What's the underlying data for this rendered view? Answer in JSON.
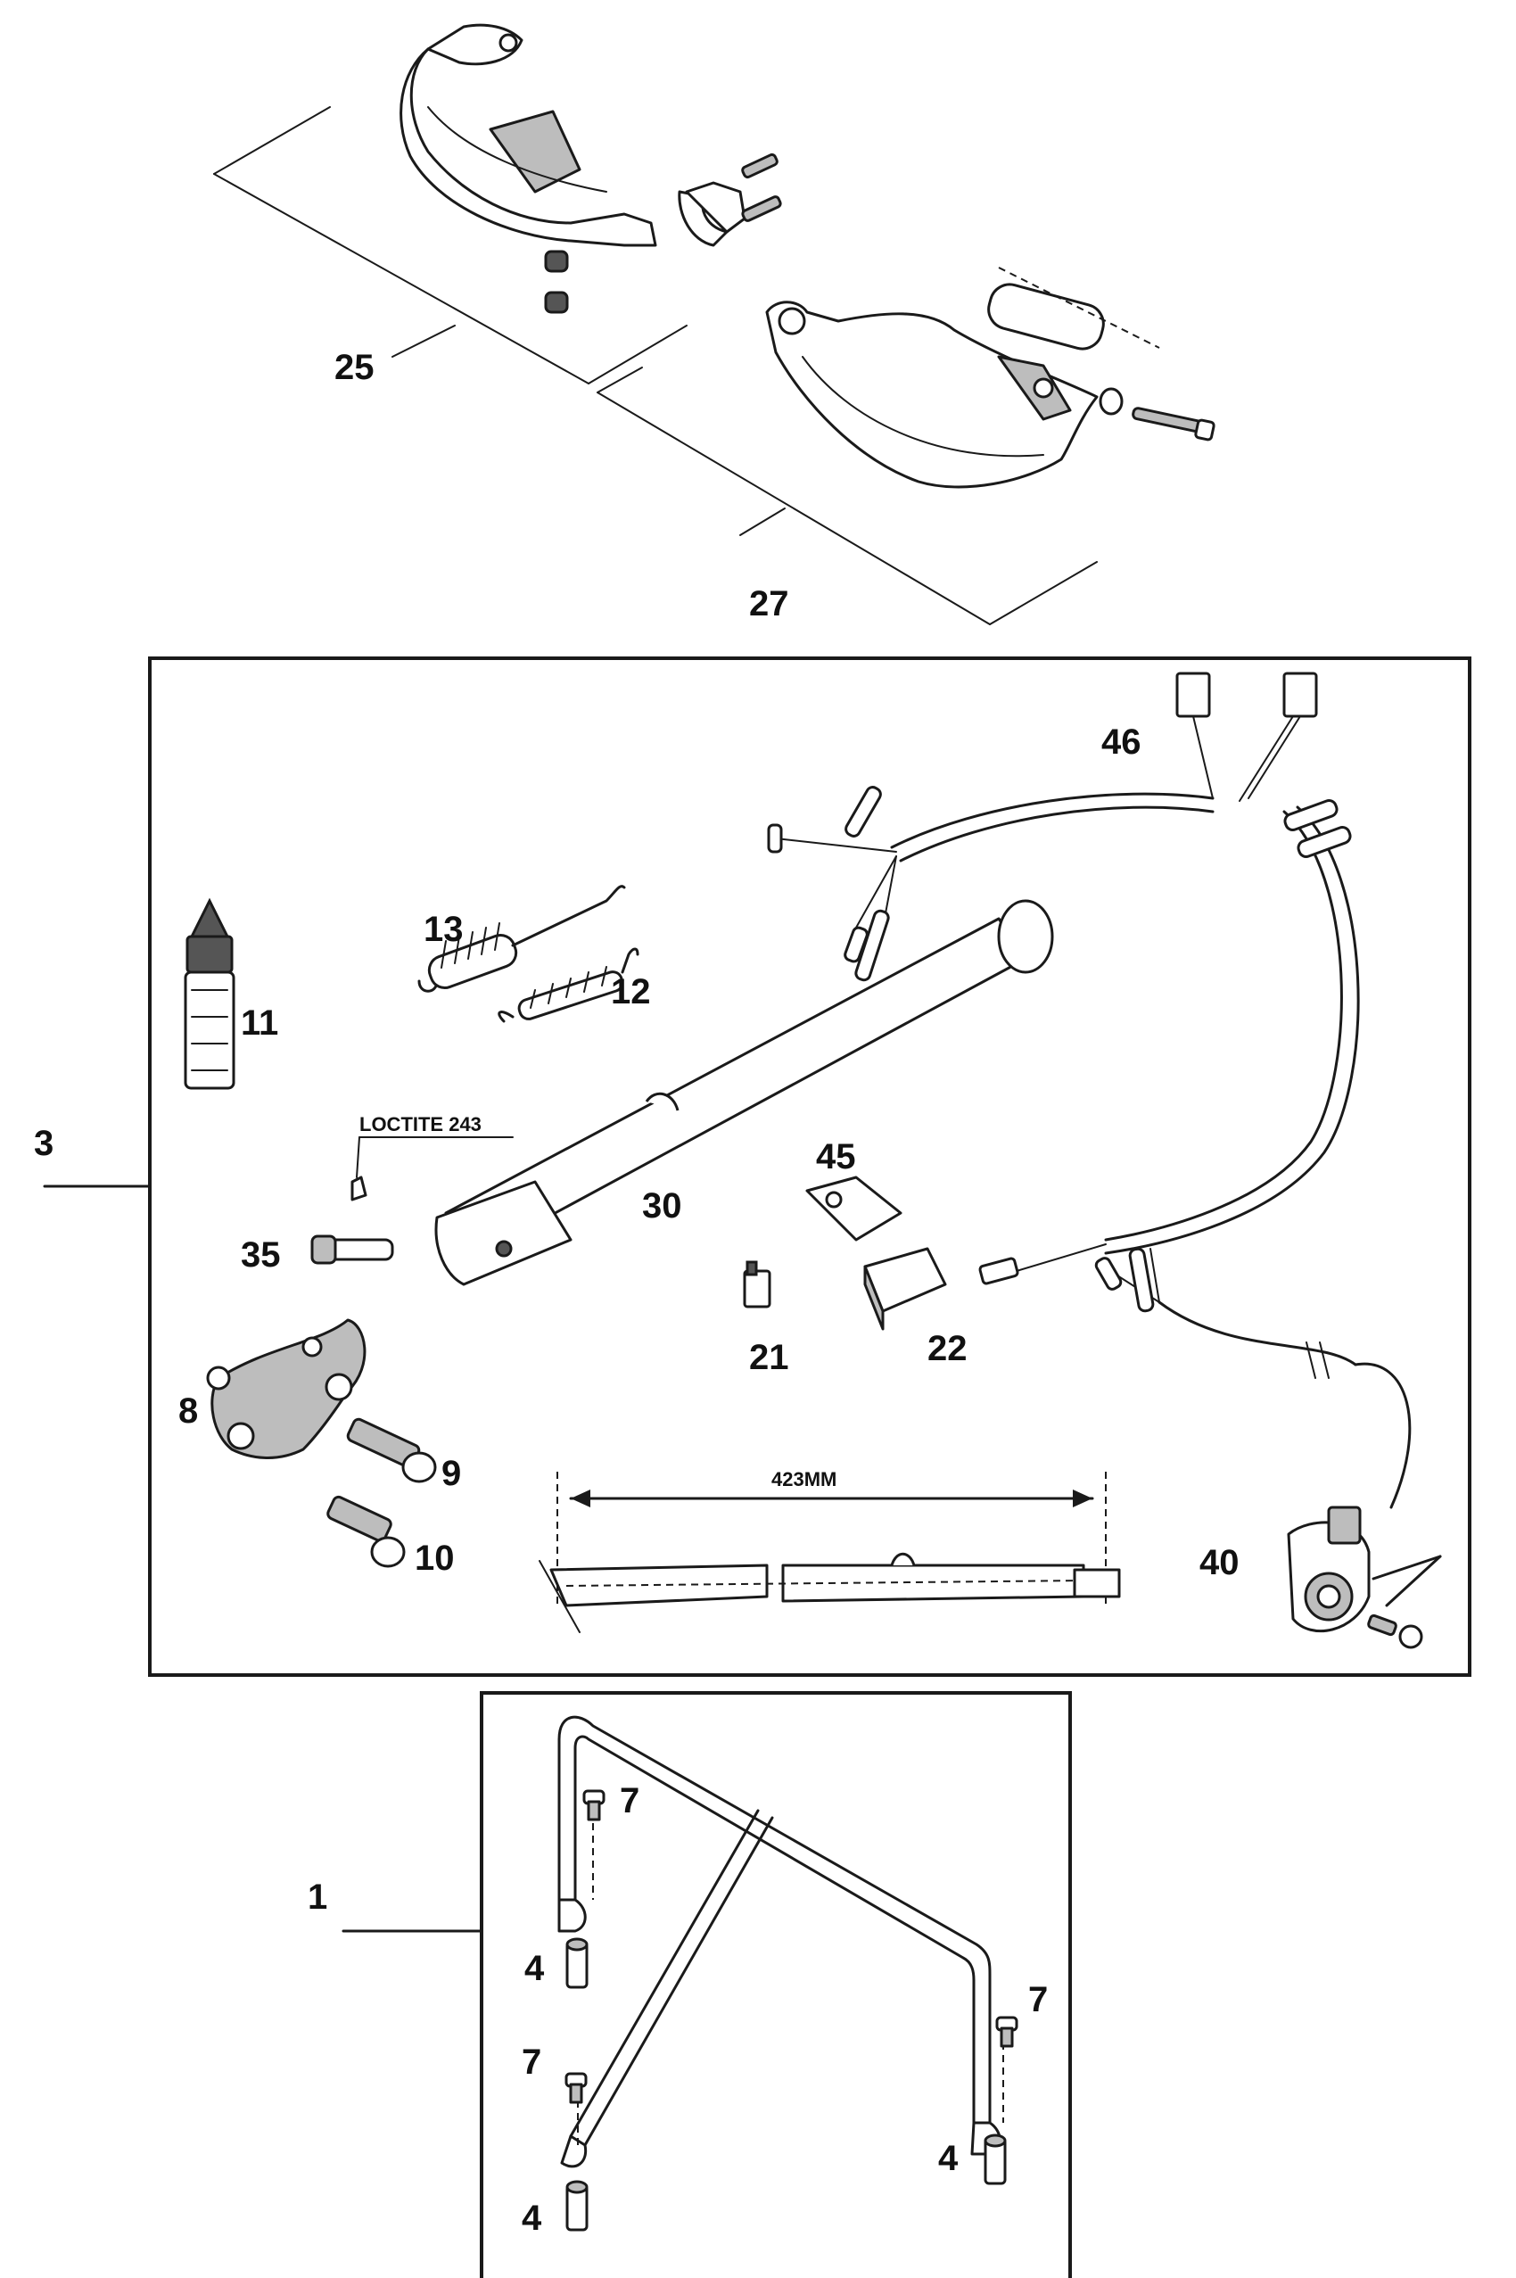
{
  "callouts": {
    "c25": "25",
    "c27": "27",
    "c3": "3",
    "c46": "46",
    "c13": "13",
    "c12": "12",
    "c11": "11",
    "loctite": "LOCTITE 243",
    "c35": "35",
    "c30": "30",
    "c45": "45",
    "c21": "21",
    "c22": "22",
    "c8": "8",
    "c9": "9",
    "c10": "10",
    "dimension": "423MM",
    "c40": "40",
    "c1": "1",
    "c7a": "7",
    "c4a": "4",
    "c7b": "7",
    "c7c": "7",
    "c4b": "4",
    "c4c": "4"
  }
}
